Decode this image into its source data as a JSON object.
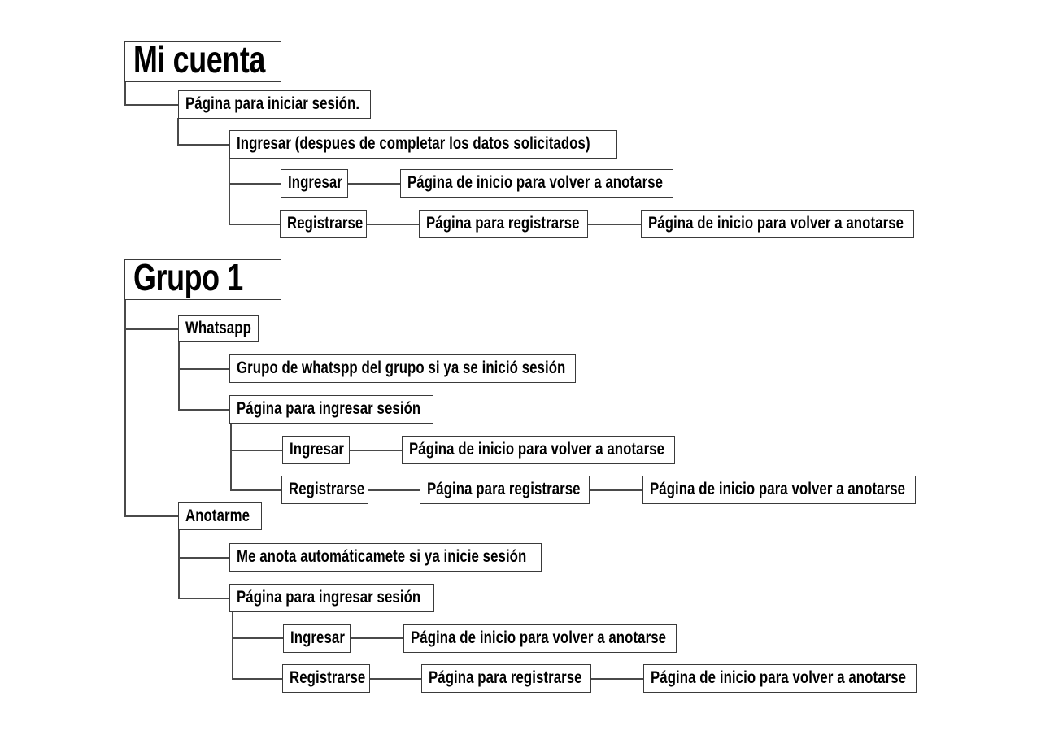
{
  "diagram": {
    "type": "tree-flowchart",
    "title_visible": false,
    "background_color": "#ffffff",
    "box_border_color": "#3a3a3a",
    "connector_color": "#4a4a4a",
    "text_color": "#000000",
    "sections": [
      {
        "id": "mi-cuenta",
        "header": "Mi cuenta",
        "nodes": [
          {
            "id": "n1",
            "label": "Página para iniciar sesión.",
            "depth": 1
          },
          {
            "id": "n2",
            "label": "Ingresar (despues de completar los datos solicitados)",
            "depth": 2
          },
          {
            "id": "n3",
            "label": "Ingresar",
            "depth": 3
          },
          {
            "id": "n4",
            "label": "Página de inicio para volver a anotarse",
            "depth": 4
          },
          {
            "id": "n5",
            "label": "Registrarse",
            "depth": 3
          },
          {
            "id": "n6",
            "label": "Página para registrarse",
            "depth": 4
          },
          {
            "id": "n7",
            "label": "Página de inicio para volver a anotarse",
            "depth": 5
          }
        ]
      },
      {
        "id": "grupo-1",
        "header": "Grupo 1",
        "nodes": [
          {
            "id": "g1",
            "label": "Whatsapp",
            "depth": 1
          },
          {
            "id": "g2",
            "label": "Grupo de whatspp del grupo si ya se inició sesión",
            "depth": 2
          },
          {
            "id": "g3",
            "label": "Página para ingresar sesión",
            "depth": 2
          },
          {
            "id": "g4",
            "label": "Ingresar",
            "depth": 3
          },
          {
            "id": "g5",
            "label": "Página de inicio para volver a anotarse",
            "depth": 4
          },
          {
            "id": "g6",
            "label": "Registrarse",
            "depth": 3
          },
          {
            "id": "g7",
            "label": "Página para registrarse",
            "depth": 4
          },
          {
            "id": "g8",
            "label": "Página de inicio para volver a anotarse",
            "depth": 5
          },
          {
            "id": "g9",
            "label": "Anotarme",
            "depth": 1
          },
          {
            "id": "g10",
            "label": "Me anota automáticamete si ya inicie sesión",
            "depth": 2
          },
          {
            "id": "g11",
            "label": "Página para ingresar sesión",
            "depth": 2
          },
          {
            "id": "g12",
            "label": "Ingresar",
            "depth": 3
          },
          {
            "id": "g13",
            "label": "Página de inicio para volver a anotarse",
            "depth": 4
          },
          {
            "id": "g14",
            "label": "Registrarse",
            "depth": 3
          },
          {
            "id": "g15",
            "label": "Página para registrarse",
            "depth": 4
          },
          {
            "id": "g16",
            "label": "Página de inicio para volver a anotarse",
            "depth": 5
          }
        ]
      }
    ]
  },
  "boxes": {
    "mi_cuenta": "Mi cuenta",
    "pagina_iniciar_sesion": "Página para iniciar sesión.",
    "ingresar_despues": "Ingresar (despues de completar los datos solicitados)",
    "ingresar_a": "Ingresar",
    "pag_inicio_a": "Página de inicio para volver a anotarse",
    "registrarse_a": "Registrarse",
    "pag_registrarse_a": "Página para registrarse",
    "pag_inicio_a2": "Página de inicio para volver a anotarse",
    "grupo_1": "Grupo 1",
    "whatsapp": "Whatsapp",
    "grupo_whatspp": "Grupo de whatspp del grupo si ya se inició sesión",
    "pag_ingresar_sesion_b": "Página para ingresar sesión",
    "ingresar_b": "Ingresar",
    "pag_inicio_b": "Página de inicio para volver a anotarse",
    "registrarse_b": "Registrarse",
    "pag_registrarse_b": "Página para registrarse",
    "pag_inicio_b2": "Página de inicio para volver a anotarse",
    "anotarme": "Anotarme",
    "me_anota": "Me anota automáticamete si ya inicie sesión",
    "pag_ingresar_sesion_c": "Página para ingresar sesión",
    "ingresar_c": "Ingresar",
    "pag_inicio_c": "Página de inicio para volver a anotarse",
    "registrarse_c": "Registrarse",
    "pag_registrarse_c": "Página para registrarse",
    "pag_inicio_c2": "Página de inicio para volver a anotarse"
  }
}
